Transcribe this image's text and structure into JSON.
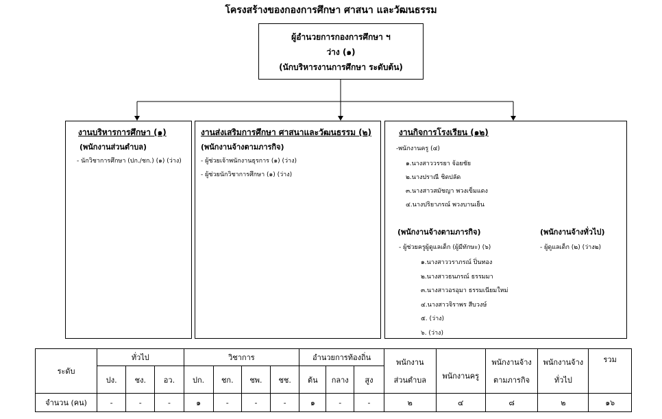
{
  "title": "โครงสร้างของกองการศึกษา ศาสนา และวัฒนธรรม",
  "head_box": {
    "line1": "ผู้อำนวยการกองการศึกษา ฯ",
    "line2": "ว่าง (๑)",
    "line3": "(นักบริหารงานการศึกษา ระดับต้น)"
  },
  "dept1": {
    "title": "งานบริหารการศึกษา (๑)",
    "subtitle": "(พนักงานส่วนตำบล)",
    "items": [
      "- นักวิชาการศึกษา (ปก./ชก.) (๑) (ว่าง)"
    ]
  },
  "dept2": {
    "title": "งานส่งเสริมการศึกษา ศาสนาและวัฒนธรรม (๒)",
    "subtitle": "(พนักงานจ้างตามภารกิจ)",
    "items": [
      "- ผู้ช่วยเจ้าพนักงานธุรการ (๑) (ว่าง)",
      "- ผู้ช่วยนักวิชาการศึกษา (๑) (ว่าง)"
    ]
  },
  "dept3": {
    "title": "งานกิจการโรงเรียน (๑๒)",
    "teachers_label": "-พนักงานครู (๔)",
    "teachers": [
      "๑.นางสาววรรยา จ้อยชัย",
      "๒.นางปราณี ชิดปลัด",
      "๓.นางสาวสมัชญา พวงเข็มแดง",
      "๔.นางปริยาภรณ์ พวงบานเย็น"
    ],
    "mission_label": "(พนักงานจ้างตามภารกิจ)",
    "mission_item": "- ผู้ช่วยครูผู้ดูแลเด็ก (ผู้มีทักษะ) (๖)",
    "mission_staff": [
      "๑.นางสาววราภรณ์ ปิ่นทอง",
      "๒.นางสาวธนภรณ์ ธรรมมา",
      "๓.นางสาวอรอุมา ธรรมเนียมใหม่",
      "๔.นางสาวจิราพร สีบวงษ์",
      "๕. (ว่าง)",
      "๖. (ว่าง)"
    ],
    "general_label": "(พนักงานจ้างทั่วไป)",
    "general_item": "- ผู้ดูแลเด็ก (๒) (ว่าง๒)"
  },
  "table": {
    "level_header": "ระดับ",
    "groups": {
      "general": "ทั่วไป",
      "academic": "วิชาการ",
      "local_admin": "อำนวยการท้องถิ่น",
      "tambon_staff": "พนักงานส่วนตำบล",
      "teacher": "พนักงานครู",
      "mission_staff": "พนักงานจ้างตามภารกิจ",
      "general_staff": "พนักงานจ้างทั่วไป",
      "total": "รวม"
    },
    "tambon_staff_l1": "พนักงาน",
    "tambon_staff_l2": "ส่วนตำบล",
    "mission_staff_l1": "พนักงานจ้าง",
    "mission_staff_l2": "ตามภารกิจ",
    "general_staff_l1": "พนักงานจ้าง",
    "general_staff_l2": "ทั่วไป",
    "sub_general": [
      "ปง.",
      "ชง.",
      "อว."
    ],
    "sub_academic": [
      "ปก.",
      "ชก.",
      "ชพ.",
      "ชช."
    ],
    "sub_local": [
      "ต้น",
      "กลาง",
      "สูง"
    ],
    "count_label": "จำนวน (คน)",
    "counts": [
      "-",
      "-",
      "-",
      "๑",
      "-",
      "-",
      "-",
      "๑",
      "-",
      "-",
      "๒",
      "๔",
      "๘",
      "๒",
      "๑๖"
    ]
  }
}
